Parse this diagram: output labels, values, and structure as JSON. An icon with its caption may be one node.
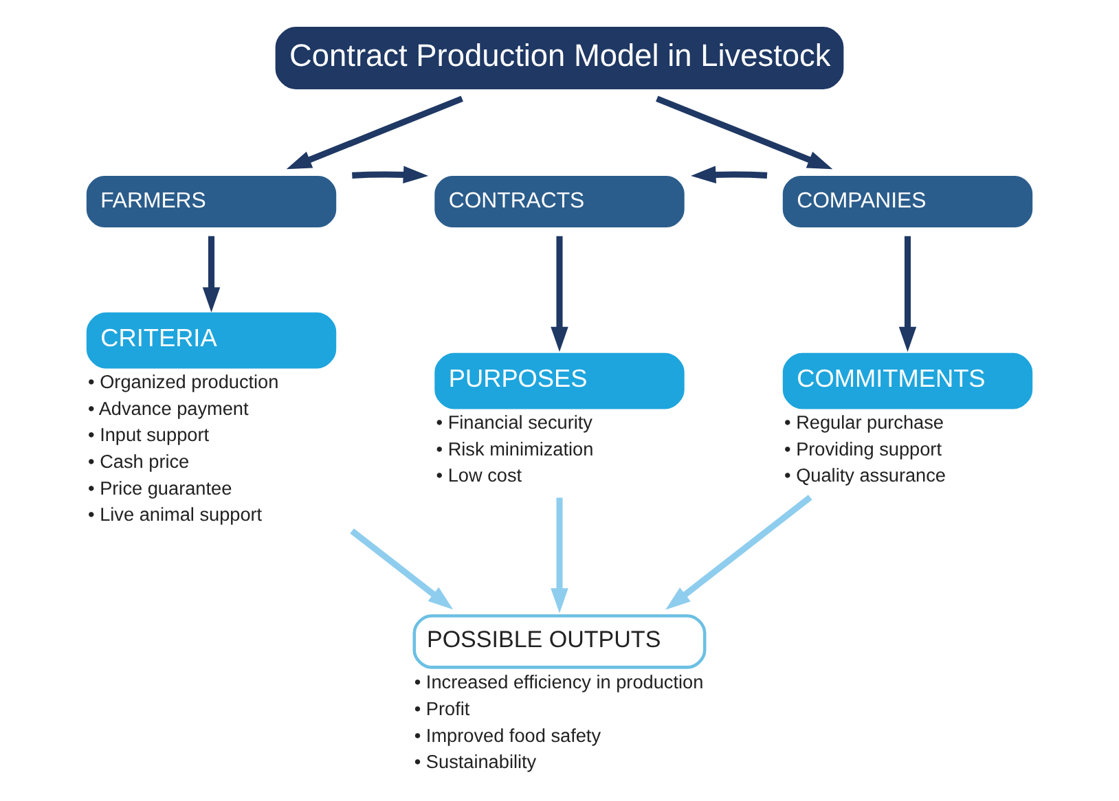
{
  "diagram": {
    "nodes": [
      {
        "text": [
          "Contract Production Model in Livestock"
        ]
      },
      {
        "text": [
          "FARMERS"
        ]
      },
      {
        "text": [
          "CONTRACTS"
        ]
      },
      {
        "text": [
          "COMPANIES"
        ]
      },
      {
        "text": [
          "CRITERIA"
        ],
        "beside": [
          "• Organized production",
          "• Advance payment",
          "• Input support",
          "• Cash price",
          "• Price guarantee",
          "• Live animal support"
        ]
      },
      {
        "text": [
          "PURPOSES"
        ],
        "beside": [
          "• Financial security",
          "• Risk minimization",
          "• Low cost"
        ]
      },
      {
        "text": [
          "COMMITMENTS"
        ],
        "beside": [
          "• Regular purchase",
          "• Providing support",
          "• Quality assurance"
        ]
      },
      {
        "text": [
          "POSSIBLE OUTPUTS"
        ],
        "beside": [
          "• Increased efficiency in production",
          "• Profit",
          "• Improved food safety",
          "• Sustainability"
        ]
      }
    ],
    "edges": [
      {
        "from": 0,
        "to": 1,
        "arrow": "to"
      },
      {
        "from": 0,
        "to": 3,
        "arrow": "to"
      },
      {
        "from": 1,
        "to": 2,
        "arrow": "to"
      },
      {
        "from": 3,
        "to": 2,
        "arrow": "to"
      },
      {
        "from": 1,
        "to": 4,
        "arrow": "to"
      },
      {
        "from": 2,
        "to": 5,
        "arrow": "to"
      },
      {
        "from": 3,
        "to": 6,
        "arrow": "to"
      },
      {
        "from": 4,
        "to": 7,
        "arrow": "to",
        "color": "#8ecdee"
      },
      {
        "from": 5,
        "to": 7,
        "arrow": "to",
        "color": "#8ecdee"
      },
      {
        "from": 6,
        "to": 7,
        "arrow": "to",
        "color": "#8ecdee"
      }
    ]
  }
}
